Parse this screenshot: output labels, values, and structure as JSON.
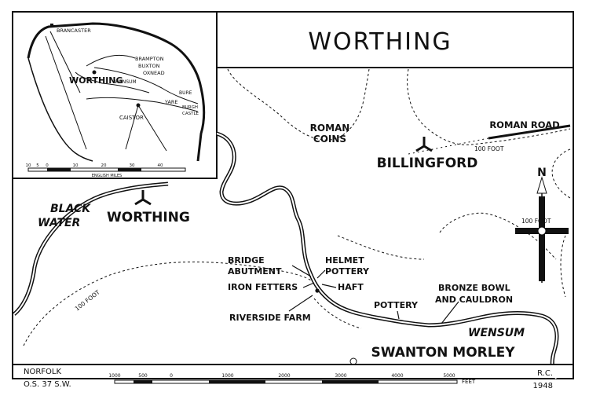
{
  "title": "WORTHING",
  "inset": {
    "places": [
      "BRANCASTER",
      "BRAMPTON",
      "BUXTON",
      "OXNEAD",
      "WORTHING",
      "WENSUM",
      "BURE",
      "YARE",
      "BURGH",
      "CASTLE",
      "CAISTOR"
    ],
    "scale_ticks": [
      "10",
      "5",
      "0",
      "10",
      "20",
      "30",
      "40"
    ],
    "scale_label": "ENGLISH MILES"
  },
  "labels": {
    "roman_coins_1": "ROMAN",
    "roman_coins_2": "COINS",
    "billingford": "BILLINGFORD",
    "roman_road": "ROMAN ROAD",
    "contour_100_foot_a": "100 FOOT",
    "contour_100_foot_b": "100 FOOT",
    "contour_100_foot_c": "100 FOOT",
    "north": "N",
    "black_water_1": "BLACK",
    "black_water_2": "WATER",
    "worthing": "WORTHING",
    "bridge_abutment_1": "BRIDGE",
    "bridge_abutment_2": "ABUTMENT",
    "iron_fetters": "IRON FETTERS",
    "helmet": "HELMET",
    "pottery_1": "POTTERY",
    "haft": "HAFT",
    "riverside_farm": "RIVERSIDE FARM",
    "pottery_2": "POTTERY",
    "bronze_bowl_1": "BRONZE BOWL",
    "bronze_bowl_2": "AND CAULDRON",
    "wensum": "WENSUM",
    "swanton_morley": "SWANTON MORLEY"
  },
  "footer": {
    "county_1": "NORFOLK",
    "county_2": "O.S. 37 S.W.",
    "scale_ticks": [
      "1000",
      "500",
      "0",
      "1000",
      "2000",
      "3000",
      "4000",
      "5000"
    ],
    "scale_unit": "FEET",
    "credit_1": "R.C.",
    "credit_2": "1948"
  }
}
